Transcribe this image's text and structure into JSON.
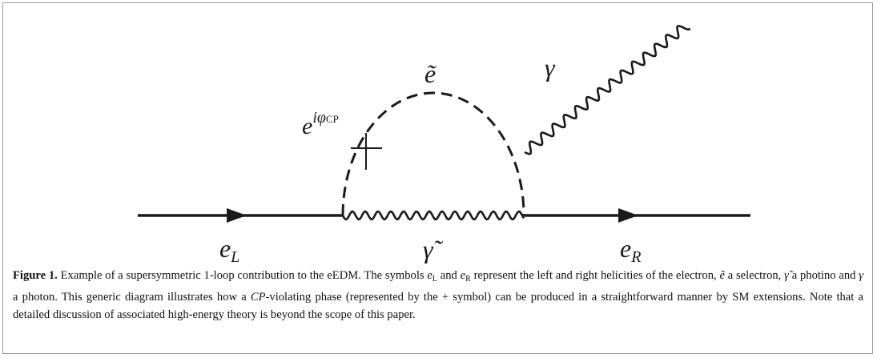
{
  "diagram": {
    "labels": {
      "phase_base": "e",
      "phase_exp": "iφ",
      "phase_sub": "CP",
      "selectron": "ẽ",
      "photon": "γ",
      "photino": "γ̃",
      "electron_left_base": "e",
      "electron_left_sub": "L",
      "electron_right_base": "e",
      "electron_right_sub": "R"
    }
  },
  "caption": {
    "label": "Figure 1.",
    "text_1": " Example of a supersymmetric 1-loop contribution to the eEDM. The symbols ",
    "eL_base": "e",
    "eL_sub": "L",
    "text_2": " and ",
    "eR_base": "e",
    "eR_sub": "R",
    "text_3": " represent the left and right helicities of the electron, ",
    "selectron": "ẽ",
    "text_4": " a selectron, ",
    "photino": "γ̃",
    "text_5": " a photino and ",
    "photon": "γ",
    "text_6": " a photon. This generic diagram illustrates how a ",
    "cp": "CP",
    "text_7": "-violating phase (represented by the + symbol) can be produced in a straightforward manner by SM extensions. Note that a detailed discussion of associated high-energy theory is beyond the scope of this paper."
  }
}
